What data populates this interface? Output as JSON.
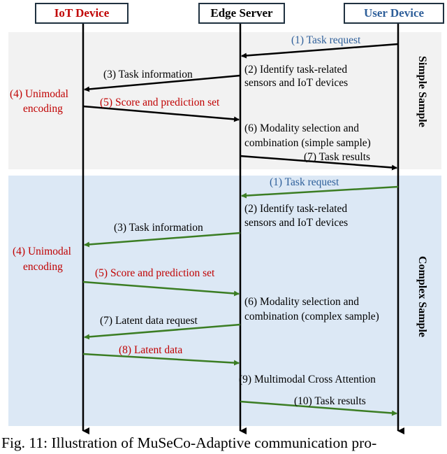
{
  "actors": {
    "iot": "IoT Device",
    "edge": "Edge Server",
    "user": "User Device"
  },
  "regions": {
    "simple": "Simple Sample",
    "complex": "Complex Sample"
  },
  "simple_steps": {
    "s1": "(1) Task request",
    "s2a": "(2) Identify task-related",
    "s2b": "sensors and IoT devices",
    "s3": "(3) Task information",
    "s4a": "(4) Unimodal",
    "s4b": "encoding",
    "s5": "(5) Score and prediction set",
    "s6a": "(6) Modality selection and",
    "s6b": "combination (simple sample)",
    "s7": "(7) Task results"
  },
  "complex_steps": {
    "s1": "(1) Task request",
    "s2a": "(2) Identify task-related",
    "s2b": "sensors and IoT devices",
    "s3": "(3) Task information",
    "s4a": "(4) Unimodal",
    "s4b": "encoding",
    "s5": "(5) Score and prediction set",
    "s6a": "(6) Modality selection and",
    "s6b": "combination (complex sample)",
    "s7": "(7) Latent data request",
    "s8": "(8) Latent data",
    "s9": "(9) Multimodal Cross Attention",
    "s10": "(10) Task results"
  },
  "caption": "Fig. 11: Illustration of MuSeCo-Adaptive communication pro-",
  "colors": {
    "simple_bg": "#f2f2f2",
    "complex_bg": "#dce8f5",
    "green_arrow": "#3b7d23",
    "red_text": "#c00000",
    "blue_text": "#2e5f9a"
  }
}
